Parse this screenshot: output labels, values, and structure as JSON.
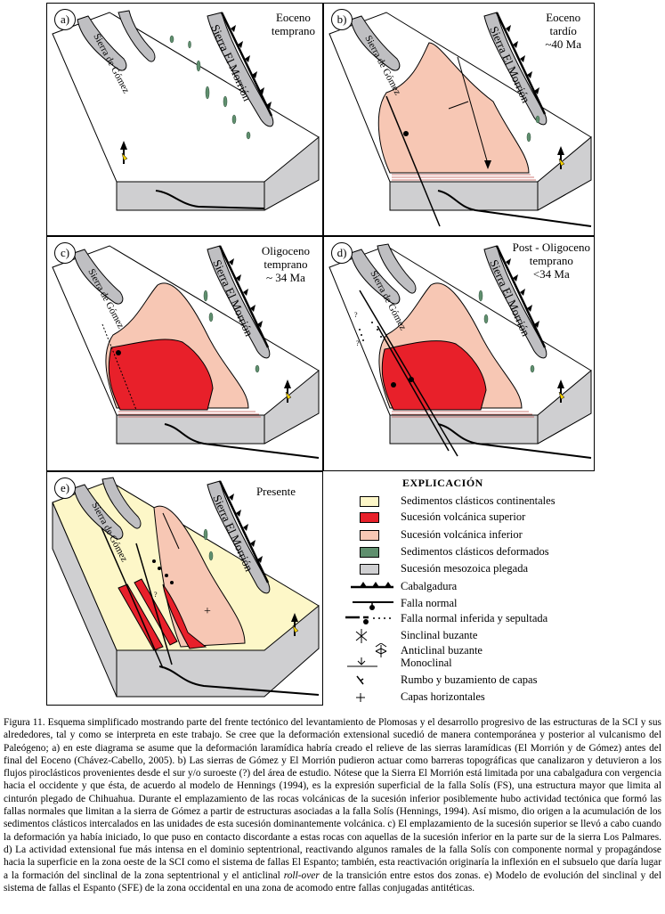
{
  "panels": [
    {
      "label": "a)",
      "time": "Eoceno\ntemprano",
      "sierra_gomez": "Sierra de Gómez",
      "sierra_morrion": "Sierra El Morrión"
    },
    {
      "label": "b)",
      "time": "Eoceno\ntardío\n~40 Ma",
      "sierra_gomez": "Sierra de Gómez",
      "sierra_morrion": "Sierra El Morrión"
    },
    {
      "label": "c)",
      "time": "Oligoceno\ntemprano\n~ 34 Ma",
      "sierra_gomez": "Sierra de Gómez",
      "sierra_morrion": "Sierra El Morrión"
    },
    {
      "label": "d)",
      "time": "Post - Oligoceno\ntemprano\n<34 Ma",
      "sierra_gomez": "Sierra de Gómez",
      "sierra_morrion": "Sierra El Morrión"
    },
    {
      "label": "e)",
      "time": "Presente",
      "sierra_gomez": "Sierra de Gómez",
      "sierra_morrion": "Sierra El Morrión"
    }
  ],
  "legend": {
    "title": "EXPLICACIÓN",
    "items": [
      {
        "label": "Sedimentos clásticos continentales",
        "color": "#fdf7c8"
      },
      {
        "label": "Sucesión volcánica superior",
        "color": "#e8202a"
      },
      {
        "label": "Sucesión volcánica inferior",
        "color": "#f7c7b4"
      },
      {
        "label": "Sedimentos clásticos deformados",
        "color": "#5f8f6e"
      },
      {
        "label": "Sucesión mesozoica plegada",
        "color": "#cfcfd1"
      }
    ],
    "symbols": [
      {
        "label": "Cabalgadura",
        "icon": "thrust-icon"
      },
      {
        "label": "Falla normal",
        "icon": "normal-fault-icon"
      },
      {
        "label": "Falla normal inferida y sepultada",
        "icon": "inferred-fault-icon"
      },
      {
        "label": "Sinclinal buzante",
        "icon": "syncline-icon"
      },
      {
        "label": "Anticlinal buzante",
        "icon": "anticline-icon"
      },
      {
        "label": "Monoclinal",
        "icon": "monocline-icon"
      },
      {
        "label": "Rumbo y buzamiento de capas",
        "icon": "strike-dip-icon"
      },
      {
        "label": "Capas horizontales",
        "icon": "horizontal-beds-icon"
      }
    ]
  },
  "caption": {
    "lead": "Figura 11. Esquema simplificado mostrando parte del frente tectónico del levantamiento de Plomosas y el desarrollo progresivo de las estructuras de la SCI y sus alrededores, tal y como se interpreta en este trabajo. Se cree que la deformación extensional sucedió de manera contemporánea y posterior al vulcanismo del Paleógeno; a) en este diagrama se asume que la deformación laramídica habría creado el relieve de las sierras laramídicas (El Morrión y de Gómez) antes del final del Eoceno (Chávez-Cabello, 2005). b) Las sierras de Gómez y El Morrión pudieron actuar como barreras topográficas que canalizaron y detuvieron a los flujos piroclásticos provenientes desde el sur y/o suroeste (?) del área de estudio. Nótese que la Sierra El Morrión está limitada por una cabalgadura con vergencia hacia el occidente y que ésta, de acuerdo al modelo de Hennings (1994), es la expresión superficial de la falla Solís (FS), una estructura mayor que limita al cinturón plegado de Chihuahua. Durante el emplazamiento de las rocas volcánicas de la sucesión inferior posiblemente hubo actividad tectónica que formó las fallas normales que limitan a la sierra de Gómez a partir de estructuras asociadas a la falla Solís (Hennings, 1994). Así mismo, dio origen a la acumulación de los sedimentos clásticos intercalados en las unidades de esta sucesión dominantemente volcánica. c) El emplazamiento de la sucesión superior se llevó a cabo cuando la deformación ya había iniciado, lo que puso en contacto discordante a estas rocas con aquellas de la sucesión inferior en la parte sur de la sierra Los Palmares. d) La actividad extensional fue más intensa en el dominio septentrional, reactivando algunos ramales de la falla Solís con componente normal y propagándose hacia la superficie en la zona oeste de la SCI como el sistema de fallas El Espanto; también, esta reactivación originaría la inflexión en el subsuelo que daría lugar a la formación del sinclinal de la zona septentrional y el anticlinal ",
    "italic": "roll-over",
    "tail": " de la transición entre estos dos zonas. e) Modelo de evolución del sinclinal y del sistema de fallas el Espanto (SFE) de la zona occidental en una zona de acomodo entre fallas conjugadas antitéticas."
  },
  "colors": {
    "clastic_continental": "#fdf7c8",
    "volcanic_upper": "#e8202a",
    "volcanic_lower": "#f7c7b4",
    "clastic_deformed": "#5f8f6e",
    "mesozoic": "#cfcfd1"
  }
}
